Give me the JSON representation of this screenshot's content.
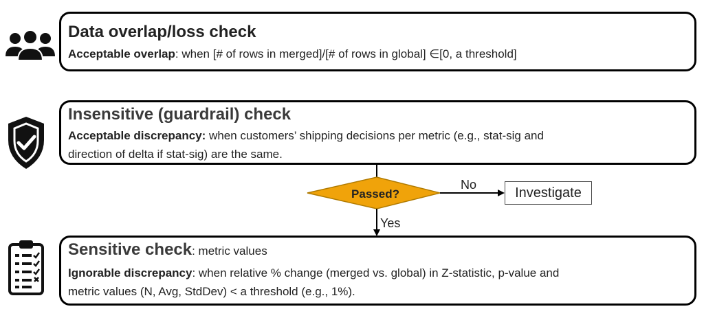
{
  "boxes": {
    "data_overlap": {
      "title": "Data overlap/loss check",
      "label": "Acceptable overlap",
      "text": ": when [# of rows in merged]/[# of rows in global] ∈[0, a threshold]"
    },
    "insensitive": {
      "title": "Insensitive (guardrail) check",
      "label": "Acceptable discrepancy:",
      "line1": " when customers’ shipping decisions per metric (e.g., stat-sig and",
      "line2": "direction of delta if stat-sig) are the same."
    },
    "sensitive": {
      "title": "Sensitive check",
      "title_suffix": ": metric values",
      "label": "Ignorable discrepancy",
      "line1": ": when relative % change (merged vs. global) in Z-statistic, p-value and",
      "line2": "metric values (N, Avg, StdDev) < a threshold (e.g., 1%)."
    }
  },
  "decision": {
    "question": "Passed?",
    "no_label": "No",
    "yes_label": "Yes",
    "fill_color": "#F0A30A"
  },
  "investigate": "Investigate",
  "icons": [
    "people-group-icon",
    "shield-check-icon",
    "clipboard-checklist-icon"
  ]
}
